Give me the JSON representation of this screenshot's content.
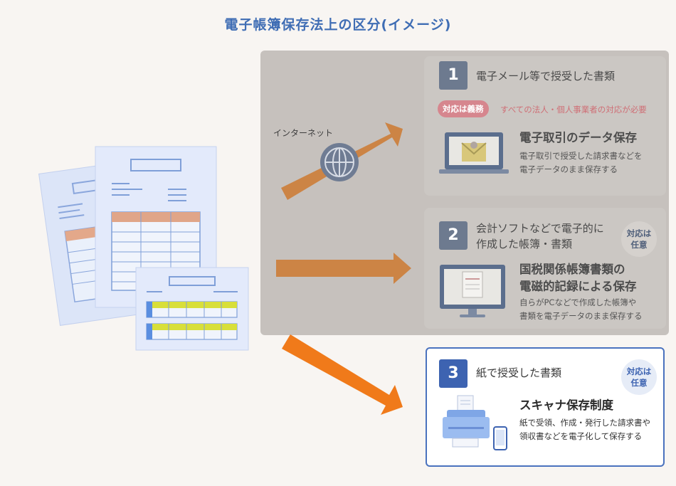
{
  "title": "電子帳簿保存法上の区分(イメージ)",
  "internet_label": "インターネット",
  "cards": [
    {
      "number": "1",
      "heading": "電子メール等で授受した書類",
      "badge": "対応は義務",
      "badge_note": "すべての法人・個人事業者の対応が必要",
      "subtitle": "電子取引のデータ保存",
      "desc": [
        "電子取引で授受した請求書などを",
        "電子データのまま保存する"
      ]
    },
    {
      "number": "2",
      "heading": [
        "会計ソフトなどで電子的に",
        "作成した帳簿・書類"
      ],
      "badge": [
        "対応は",
        "任意"
      ],
      "subtitle": [
        "国税関係帳簿書類の",
        "電磁的記録による保存"
      ],
      "desc": [
        "自らがPCなどで作成した帳簿や",
        "書類を電子データのまま保存する"
      ]
    },
    {
      "number": "3",
      "heading": "紙で授受した書類",
      "badge": [
        "対応は",
        "任意"
      ],
      "subtitle": "スキャナ保存制度",
      "desc": [
        "紙で受領、作成・発行した請求書や",
        "領収書などを電子化して保存する"
      ]
    }
  ],
  "colors": {
    "accent_blue": "#3d63b1",
    "arrow_dim": "#cc8445",
    "arrow_active": "#f07a1a",
    "required_badge": "#d6868e"
  }
}
